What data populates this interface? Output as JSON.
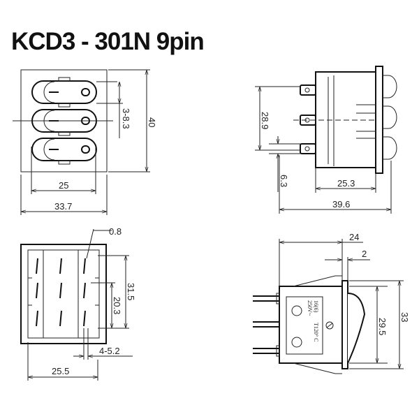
{
  "title": "KCD3 - 301N 9pin",
  "front_view": {
    "width_inner": "25",
    "width_outer": "33.7",
    "height": "40",
    "rocker_pitch": "3-8.3"
  },
  "side_view": {
    "pin_span": "28.9",
    "pin_offset": "6.3",
    "body_depth": "25.3",
    "overall_depth": "39.6"
  },
  "bottom_view": {
    "pin_thickness": "0.8",
    "height_outer": "31.5",
    "pin_spacing": "20.3",
    "pin_width": "4-5.2",
    "width": "25.5"
  },
  "profile_view": {
    "depth": "24",
    "flange": "2",
    "body_height": "29.5",
    "overall_height": "33",
    "marking": {
      "rating": "16(6)",
      "voltage": "250V~",
      "temp": "T120° C"
    }
  }
}
